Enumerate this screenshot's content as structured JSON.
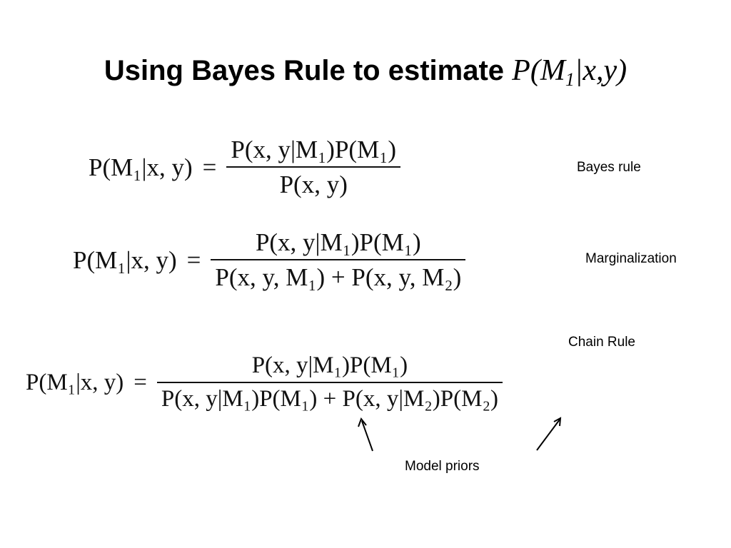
{
  "title": {
    "text": "Using Bayes Rule to estimate",
    "math": "P(M",
    "math_subscript": "1",
    "math_tail": "|x,y)"
  },
  "equations": [
    {
      "lhs": "P(M₁|x, y)",
      "equals": "=",
      "numerator": "P(x, y|M₁)P(M₁)",
      "denominator": "P(x, y)",
      "label": "Bayes rule"
    },
    {
      "lhs": "P(M₁|x, y)",
      "equals": "=",
      "numerator": "P(x, y|M₁)P(M₁)",
      "denominator": "P(x, y, M₁) + P(x, y, M₂)",
      "label": "Marginalization"
    },
    {
      "lhs": "P(M₁|x, y)",
      "equals": "=",
      "numerator": "P(x, y|M₁)P(M₁)",
      "denominator": "P(x, y|M₁)P(M₁) + P(x, y|M₂)P(M₂)",
      "label": "Chain Rule"
    }
  ],
  "annotation": {
    "label": "Model priors"
  }
}
